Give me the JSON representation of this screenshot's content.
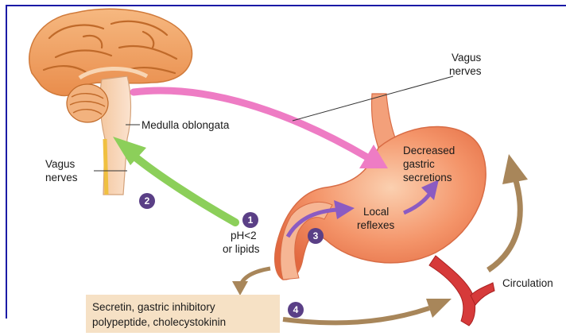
{
  "labels": {
    "vagus_nerves_top_1": "Vagus",
    "vagus_nerves_top_2": "nerves",
    "medulla": "Medulla oblongata",
    "vagus_nerves_left_1": "Vagus",
    "vagus_nerves_left_2": "nerves",
    "decreased_1": "Decreased",
    "decreased_2": "gastric",
    "decreased_3": "secretions",
    "local_1": "Local",
    "local_2": "reflexes",
    "ph_1": "pH<2",
    "ph_2": "or lipids",
    "circulation": "Circulation",
    "hormones_1": "Secretin, gastric inhibitory",
    "hormones_2": "polypeptide, cholecystokinin"
  },
  "steps": [
    "1",
    "2",
    "3",
    "4"
  ],
  "colors": {
    "frame": "#1a1aa6",
    "step_badge": "#5a3f86",
    "pink_arrow": "#ee7cc4",
    "green_arrow": "#8ccf5a",
    "brown_arrow": "#a8865a",
    "purple_arrow": "#8b5bc2",
    "hormone_box": "#f6e1c5",
    "stomach": "#f28a5c",
    "brain": "#f2a86a",
    "vessel": "#d63a3a"
  },
  "icons": [
    "brain-illustration",
    "stomach-illustration",
    "blood-vessel-illustration"
  ]
}
